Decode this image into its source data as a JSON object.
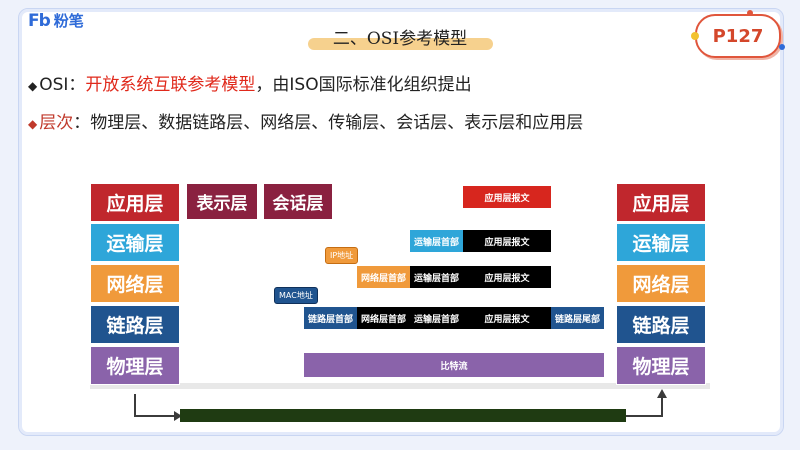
{
  "logo": {
    "mark": "Fb",
    "text": "粉笔"
  },
  "slide_title": "二、OSI参考模型",
  "page_number": "P127",
  "bullets": [
    {
      "symbol": "◆",
      "label": "OSI",
      "sep": "：",
      "highlight": "开放系统互联参考模型",
      "rest": "，由ISO国际标准化组织提出"
    },
    {
      "symbol": "◆",
      "label": "层次",
      "sep": "：",
      "rest": "物理层、数据链路层、网络层、传输层、会话层、表示层和应用层"
    }
  ],
  "left_stack": [
    "应用层",
    "运输层",
    "网络层",
    "链路层",
    "物理层"
  ],
  "right_stack": [
    "应用层",
    "运输层",
    "网络层",
    "链路层",
    "物理层"
  ],
  "upper_layers": [
    "表示层",
    "会话层"
  ],
  "encapsulation": {
    "app_message": "应用层报文",
    "transport_header": "运输层首部",
    "network_header": "网络层首部",
    "link_header": "链路层首部",
    "link_trailer": "链路层尾部",
    "bitstream": "比特流",
    "ip_tag": "IP地址",
    "mac_tag": "MAC地址"
  },
  "colors": {
    "application": "#c0272d",
    "transport": "#2ea6d9",
    "network": "#f09a3b",
    "link": "#20548f",
    "physical": "#8a63aa",
    "presentation_session": "#8a2140",
    "message": "#000000",
    "highlight_red": "#e0291b"
  }
}
